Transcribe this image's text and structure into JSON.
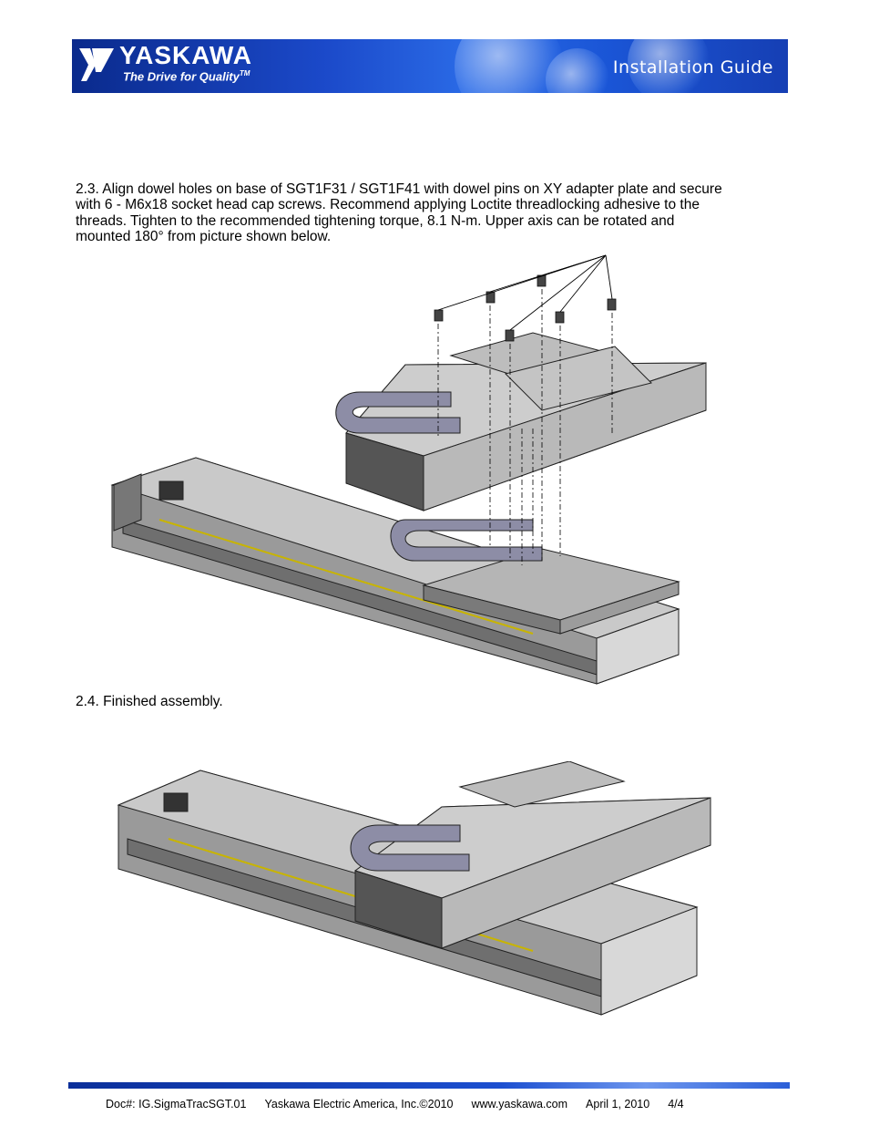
{
  "header": {
    "brand": "YASKAWA",
    "tagline": "The Drive for Quality",
    "tagline_mark": "TM",
    "document_type": "Installation Guide",
    "colors": {
      "banner": "#1b49c9",
      "banner_dark": "#0a2a8c"
    }
  },
  "steps": [
    {
      "text": "2.3.  Align dowel holes on base of SGT1F31 / SGT1F41 with dowel pins on XY adapter plate and secure with 6 - M6x18 socket head cap screws.  Recommend applying Loctite threadlocking adhesive to the threads.  Tighten to the recommended tightening torque, 8.1 N-m.  Upper axis can be rotated and mounted 180° from picture shown below."
    },
    {
      "text": "2.4.  Finished assembly."
    }
  ],
  "figures": {
    "exploded": {
      "icon": "exploded-assembly-drawing"
    },
    "assembled": {
      "icon": "finished-assembly-drawing"
    }
  },
  "footer": {
    "doc_number": "Doc#: IG.SigmaTracSGT.01",
    "company": "Yaskawa Electric America, Inc.©2010",
    "website": "www.yaskawa.com",
    "date": "April 1, 2010",
    "page": "4/4"
  }
}
